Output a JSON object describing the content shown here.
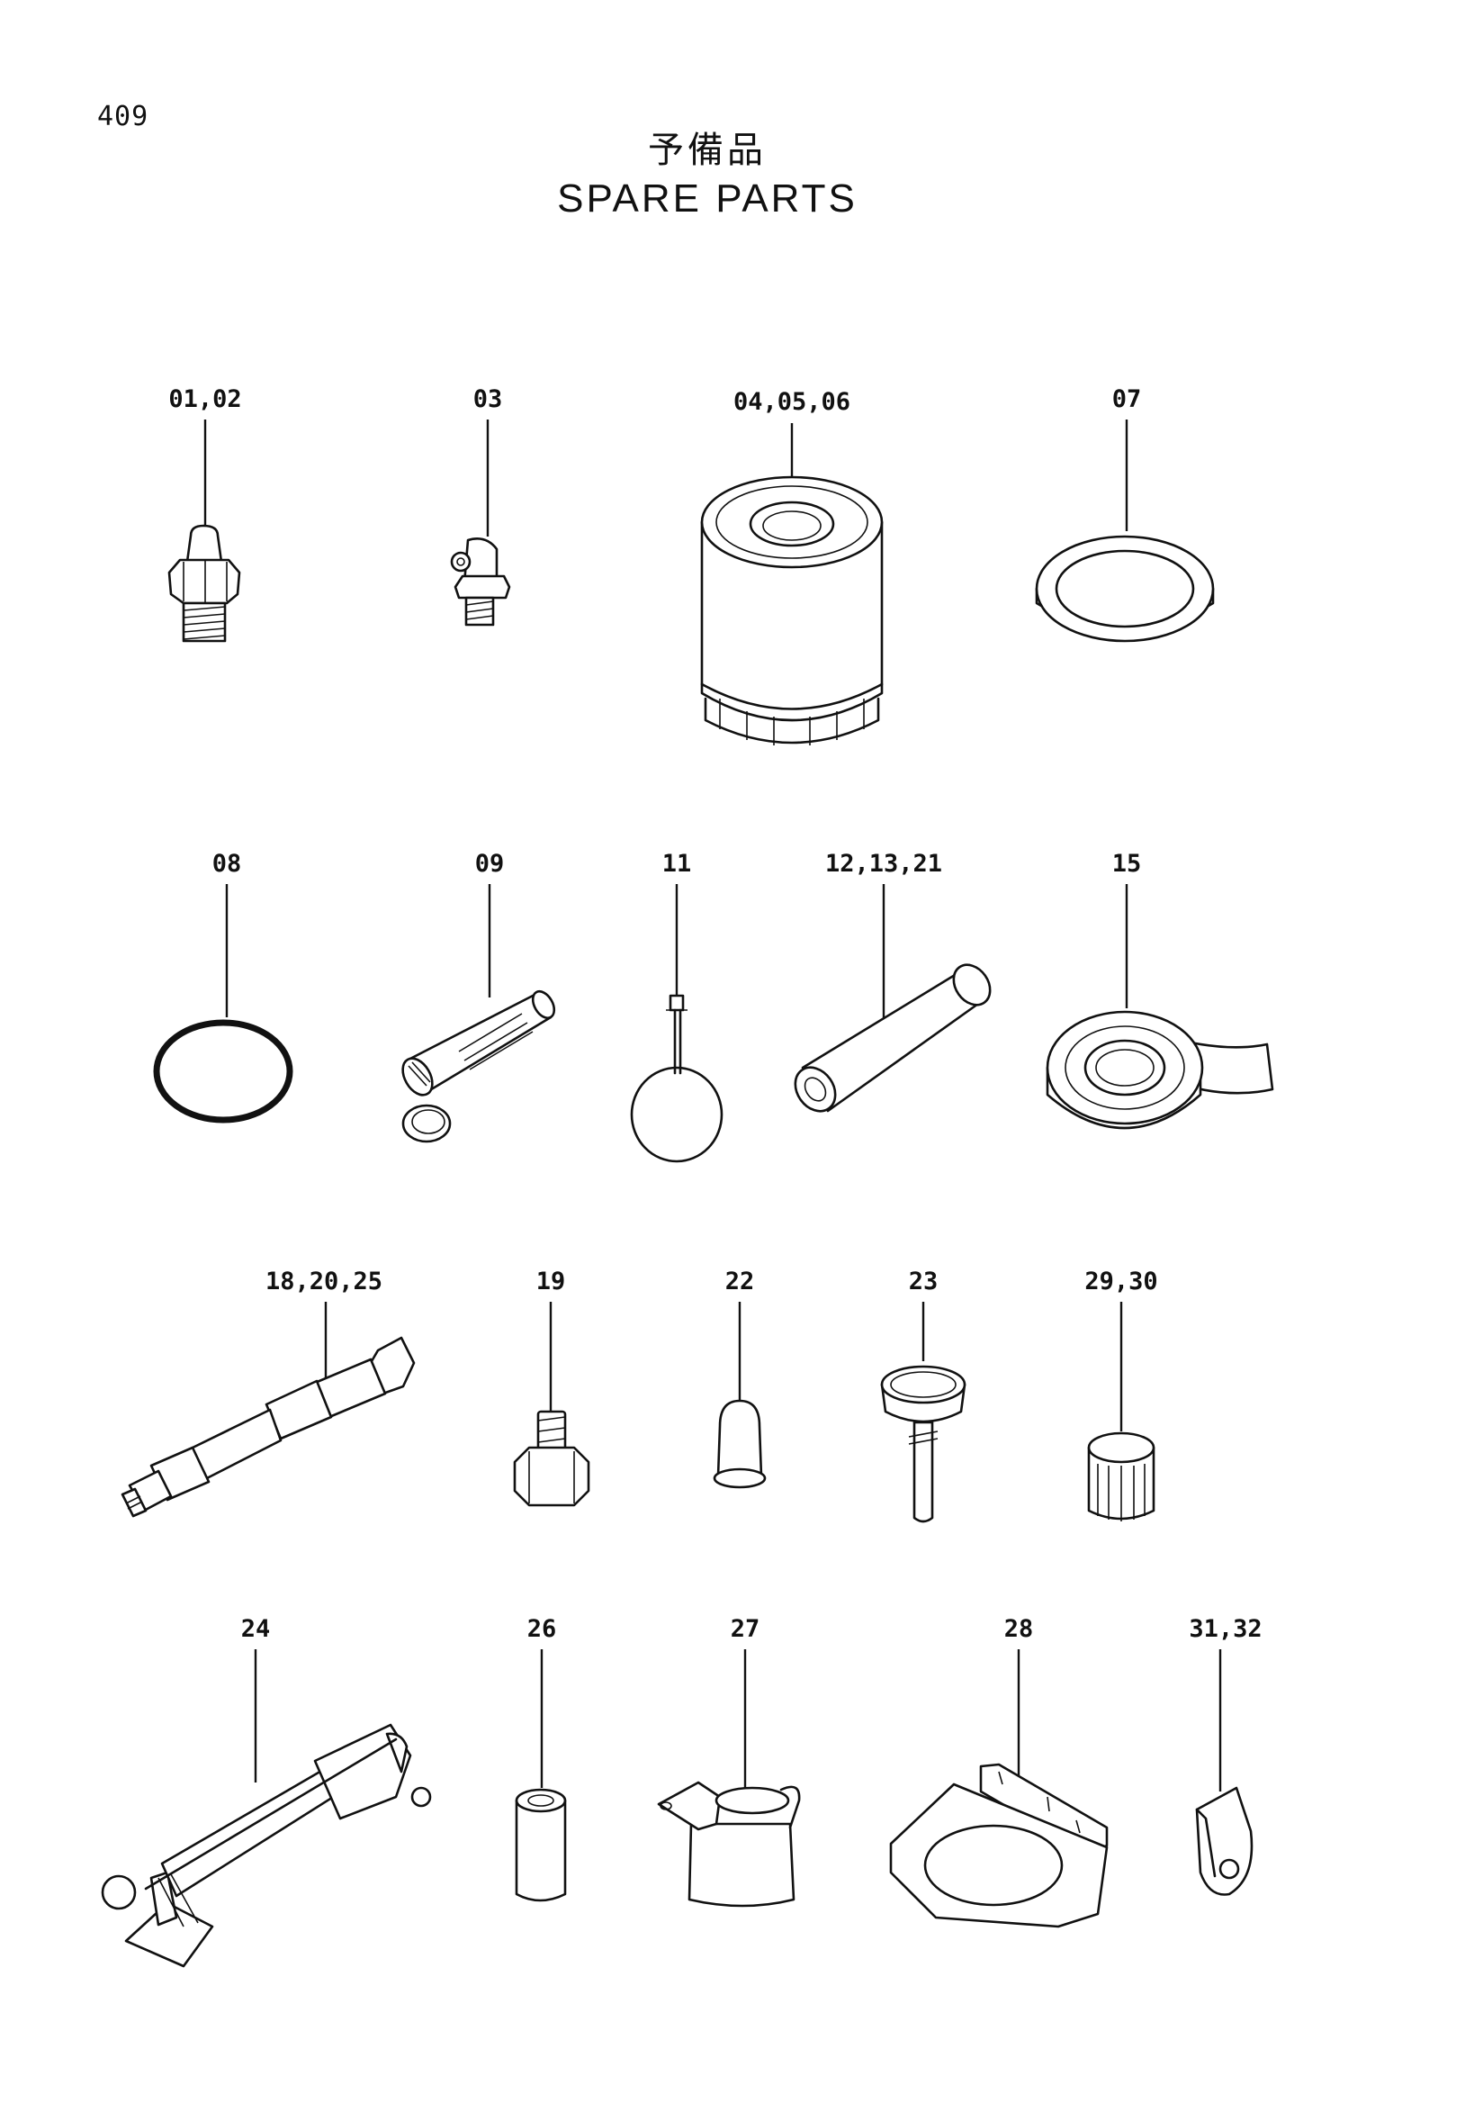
{
  "page_number": "409",
  "title_jp": "予備品",
  "title_en": "SPARE PARTS",
  "parts": [
    {
      "label": "01,02",
      "icon": "grease-nipple-straight-icon"
    },
    {
      "label": "03",
      "icon": "grease-nipple-angled-icon"
    },
    {
      "label": "04,05,06",
      "icon": "filter-cartridge-icon"
    },
    {
      "label": "07",
      "icon": "flat-gasket-ring-icon"
    },
    {
      "label": "08",
      "icon": "o-ring-icon"
    },
    {
      "label": "09",
      "icon": "strainer-element-icon"
    },
    {
      "label": "11",
      "icon": "ring-with-tag-icon"
    },
    {
      "label": "12,13,21",
      "icon": "tube-sleeve-icon"
    },
    {
      "label": "15",
      "icon": "seal-tape-roll-icon"
    },
    {
      "label": "18,20,25",
      "icon": "hose-assembly-icon"
    },
    {
      "label": "19",
      "icon": "adapter-nut-icon"
    },
    {
      "label": "22",
      "icon": "cap-icon"
    },
    {
      "label": "23",
      "icon": "funnel-tool-icon"
    },
    {
      "label": "29,30",
      "icon": "small-filter-element-icon"
    },
    {
      "label": "24",
      "icon": "hand-pump-icon"
    },
    {
      "label": "26",
      "icon": "spacer-collar-icon"
    },
    {
      "label": "27",
      "icon": "oil-jug-icon"
    },
    {
      "label": "28",
      "icon": "mounting-bracket-icon"
    },
    {
      "label": "31,32",
      "icon": "link-plate-icon"
    }
  ]
}
